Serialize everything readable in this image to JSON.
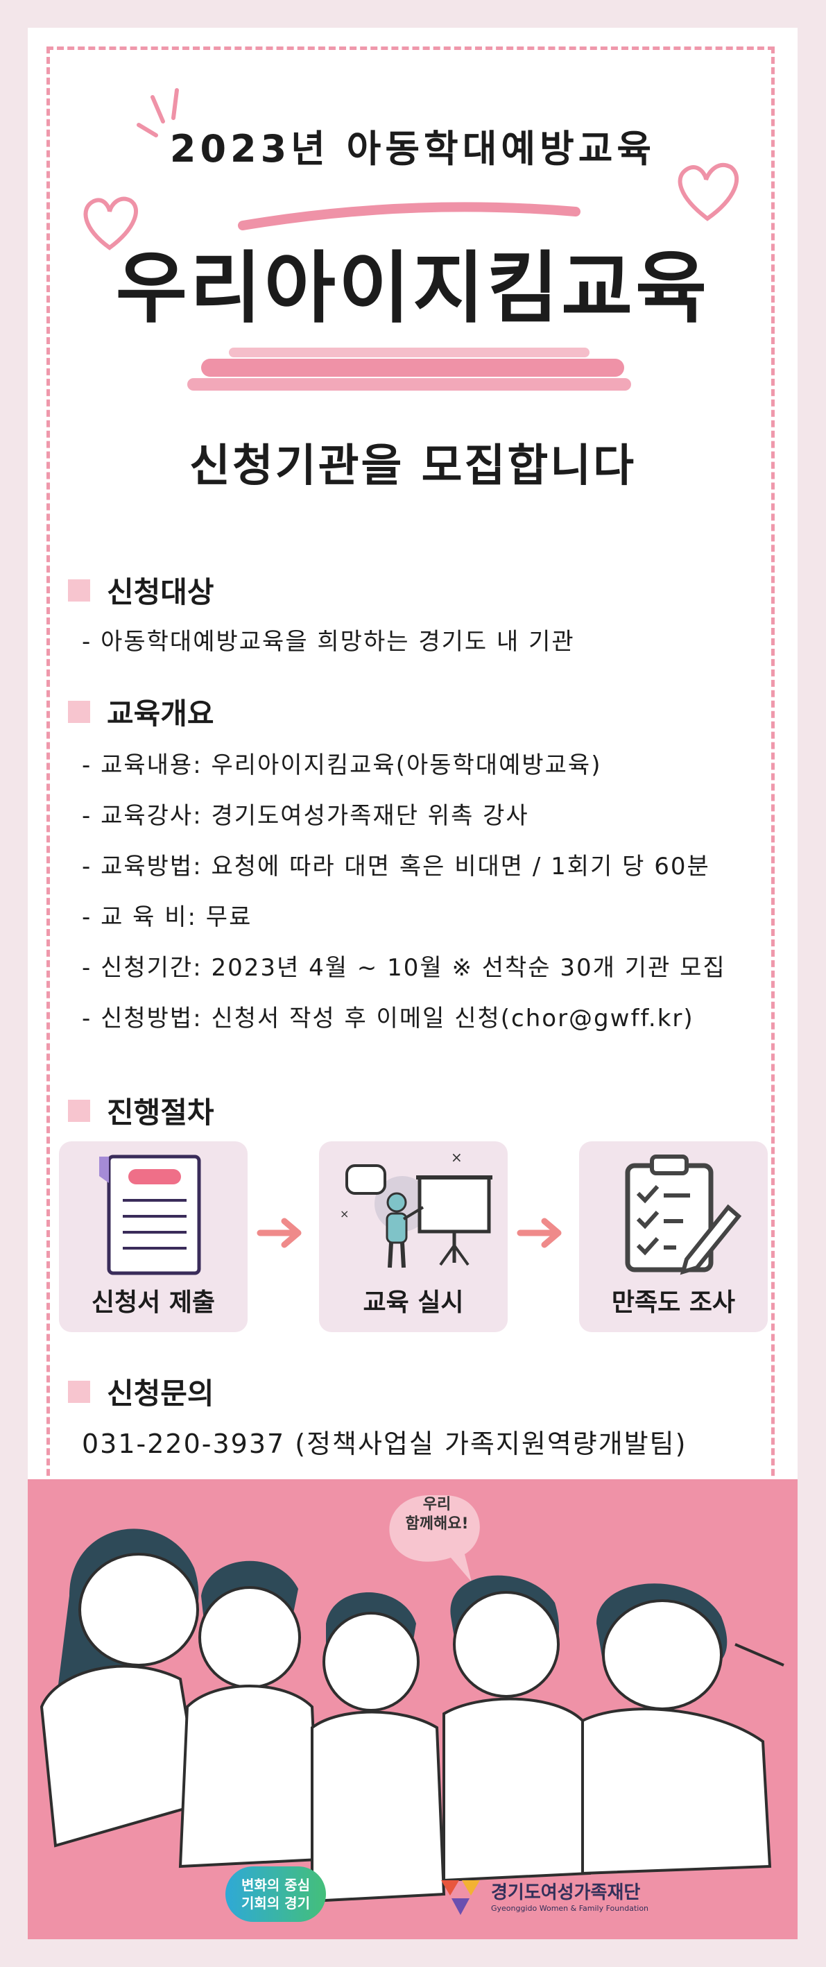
{
  "header": {
    "top_title": "2023년 아동학대예방교육",
    "main_title": "우리아이지킴교육",
    "sub_title": "신청기관을 모집합니다"
  },
  "sections": {
    "target": {
      "heading": "신청대상",
      "lines": [
        "- 아동학대예방교육을 희망하는 경기도 내 기관"
      ]
    },
    "overview": {
      "heading": "교육개요",
      "lines": [
        "- 교육내용: 우리아이지킴교육(아동학대예방교육)",
        "- 교육강사: 경기도여성가족재단 위촉 강사",
        "- 교육방법: 요청에 따라 대면 혹은 비대면 / 1회기 당 60분",
        "- 교 육 비: 무료",
        "- 신청기간: 2023년 4월 ~ 10월 ※ 선착순 30개 기관 모집",
        "- 신청방법: 신청서 작성 후 이메일 신청(chor@gwff.kr)"
      ]
    },
    "process": {
      "heading": "진행절차",
      "steps": [
        {
          "label": "신청서 제출",
          "icon": "document-icon"
        },
        {
          "label": "교육 실시",
          "icon": "presentation-icon"
        },
        {
          "label": "만족도 조사",
          "icon": "checklist-icon"
        }
      ]
    },
    "contact": {
      "heading": "신청문의",
      "line": "031-220-3937 (정책사업실 가족지원역량개발팀)"
    }
  },
  "illustration": {
    "bubble_line1": "우리",
    "bubble_line2": "함께해요!"
  },
  "footer": {
    "badge_line1": "변화의 중심",
    "badge_line2": "기회의 경기",
    "foundation_name": "경기도여성가족재단",
    "foundation_en": "Gyeonggido Women & Family Foundation"
  },
  "colors": {
    "accent_pink": "#ef92a7",
    "light_pink": "#f7c5cf",
    "card_bg": "#f2e4ec"
  }
}
